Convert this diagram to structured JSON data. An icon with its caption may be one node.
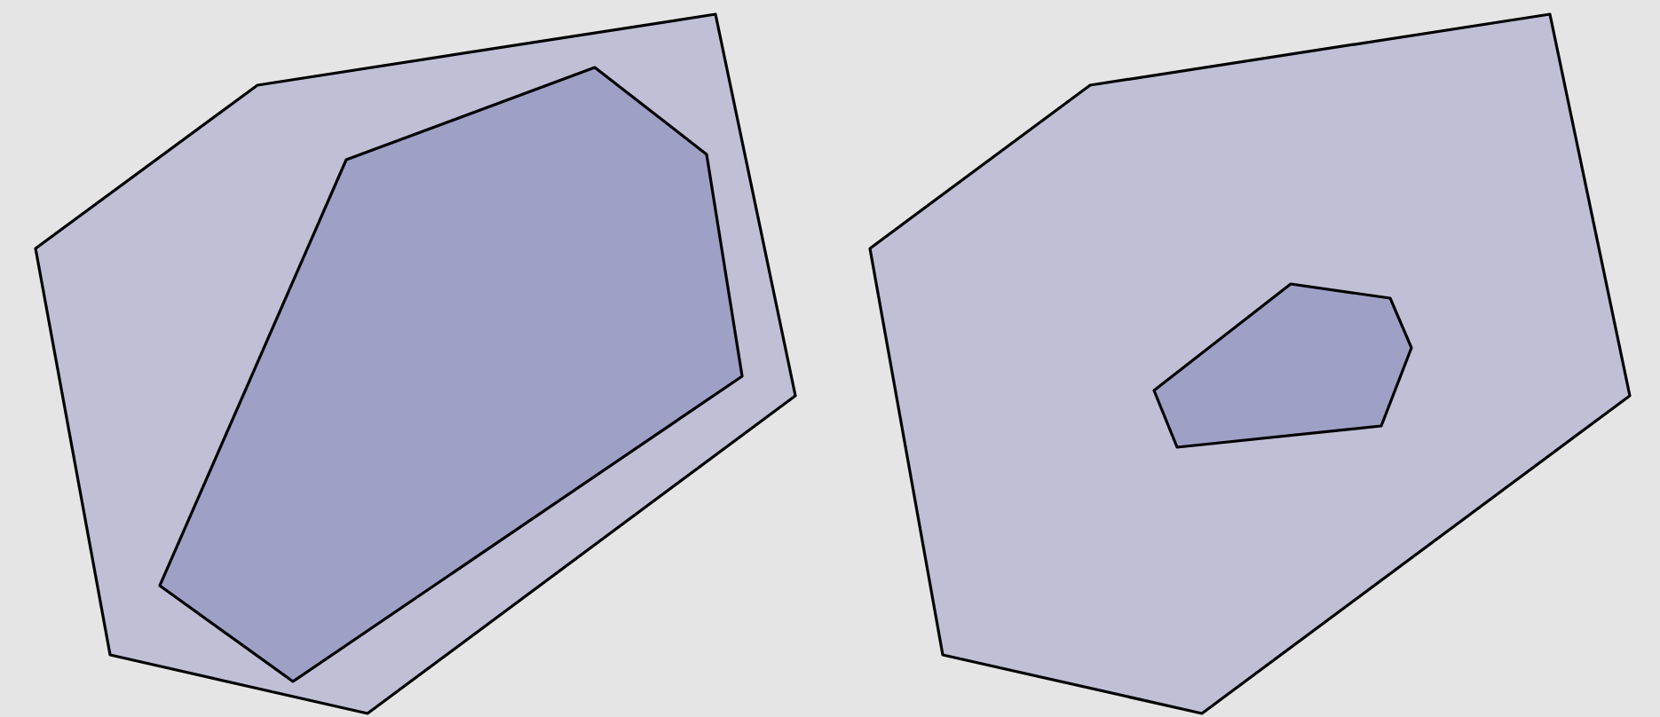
{
  "diagram": {
    "nodes": [
      {
        "text": [],
        "shape": "hexagon"
      },
      {
        "text": [],
        "shape": "hexagon",
        "in": 0
      },
      {
        "text": [],
        "shape": "hexagon"
      },
      {
        "text": [],
        "shape": "hexagon",
        "in": 2
      }
    ]
  }
}
